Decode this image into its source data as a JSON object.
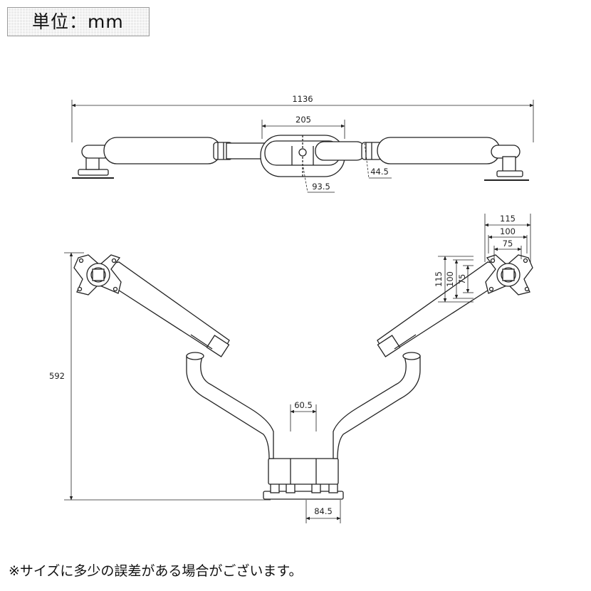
{
  "unit_label": "単位：mm",
  "dimensions": {
    "total_width": "1136",
    "center_width": "205",
    "arm_height": "44.5",
    "base_depth": "93.5",
    "vesa_outer": "115",
    "vesa_mid": "100",
    "vesa_inner": "75",
    "total_height": "592",
    "pole_width": "60.5",
    "clamp_width": "84.5"
  },
  "footnote": "※サイズに多少の誤差がある場合がございます。"
}
